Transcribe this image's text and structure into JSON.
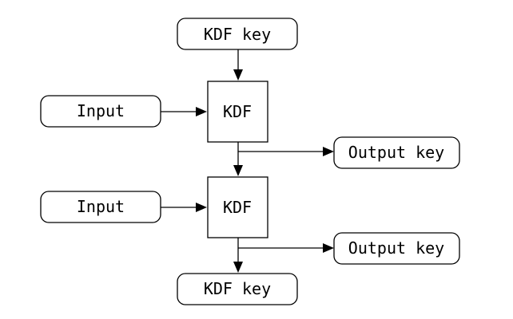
{
  "diagram": {
    "top_key": {
      "label": "KDF key"
    },
    "stage1": {
      "input": {
        "label": "Input"
      },
      "kdf": {
        "label": "KDF"
      },
      "output": {
        "label": "Output key"
      }
    },
    "stage2": {
      "input": {
        "label": "Input"
      },
      "kdf": {
        "label": "KDF"
      },
      "output": {
        "label": "Output key"
      }
    },
    "bottom_key": {
      "label": "KDF key"
    }
  }
}
